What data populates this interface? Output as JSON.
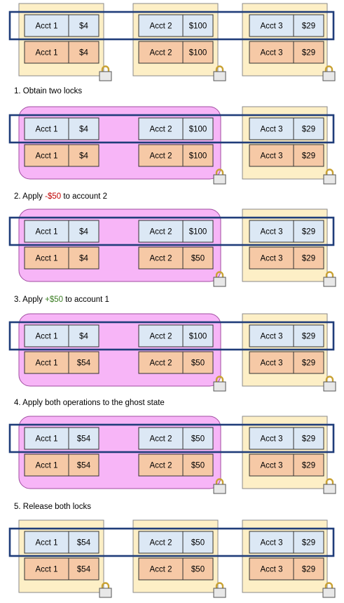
{
  "colors": {
    "lock_region_fill": "#fdefc6",
    "lock_region_border": "#8a8a8a",
    "merged_region_fill": "#f7b5f7",
    "merged_region_border": "#a04ca0",
    "ghost_cell_fill": "#dce8f5",
    "real_cell_fill": "#f6c9a6",
    "cell_border": "#333333",
    "ghost_row_outline": "#1f3d7a",
    "negative_amount": "#c00000",
    "positive_amount": "#3a7d22"
  },
  "icons": {
    "lock": "padlock-icon"
  },
  "captions": [
    {
      "text": "1. Obtain two locks"
    },
    {
      "prefix": "2. Apply ",
      "amount": "-$50",
      "suffix": " to account 2",
      "tone": "neg"
    },
    {
      "prefix": "3. Apply ",
      "amount": "+$50",
      "suffix": " to account 1",
      "tone": "pos"
    },
    {
      "text": "4. Apply both operations to the ghost state"
    },
    {
      "text": "5. Release both locks"
    }
  ],
  "states": [
    {
      "merged": false,
      "accounts": [
        {
          "name": "Acct 1",
          "ghost": "$4",
          "real": "$4"
        },
        {
          "name": "Acct 2",
          "ghost": "$100",
          "real": "$100"
        },
        {
          "name": "Acct 3",
          "ghost": "$29",
          "real": "$29"
        }
      ]
    },
    {
      "merged": true,
      "accounts": [
        {
          "name": "Acct 1",
          "ghost": "$4",
          "real": "$4"
        },
        {
          "name": "Acct 2",
          "ghost": "$100",
          "real": "$100"
        },
        {
          "name": "Acct 3",
          "ghost": "$29",
          "real": "$29"
        }
      ]
    },
    {
      "merged": true,
      "accounts": [
        {
          "name": "Acct 1",
          "ghost": "$4",
          "real": "$4"
        },
        {
          "name": "Acct 2",
          "ghost": "$100",
          "real": "$50"
        },
        {
          "name": "Acct 3",
          "ghost": "$29",
          "real": "$29"
        }
      ]
    },
    {
      "merged": true,
      "accounts": [
        {
          "name": "Acct 1",
          "ghost": "$4",
          "real": "$54"
        },
        {
          "name": "Acct 2",
          "ghost": "$100",
          "real": "$50"
        },
        {
          "name": "Acct 3",
          "ghost": "$29",
          "real": "$29"
        }
      ]
    },
    {
      "merged": true,
      "accounts": [
        {
          "name": "Acct 1",
          "ghost": "$54",
          "real": "$54"
        },
        {
          "name": "Acct 2",
          "ghost": "$50",
          "real": "$50"
        },
        {
          "name": "Acct 3",
          "ghost": "$29",
          "real": "$29"
        }
      ]
    },
    {
      "merged": false,
      "accounts": [
        {
          "name": "Acct 1",
          "ghost": "$54",
          "real": "$54"
        },
        {
          "name": "Acct 2",
          "ghost": "$50",
          "real": "$50"
        },
        {
          "name": "Acct 3",
          "ghost": "$29",
          "real": "$29"
        }
      ]
    }
  ]
}
